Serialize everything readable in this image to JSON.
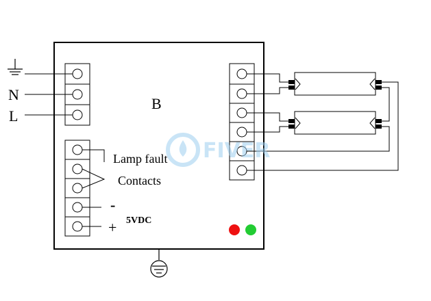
{
  "diagram": {
    "input_labels": {
      "neutral": "N",
      "live": "L"
    },
    "box_label": "B",
    "fault_label": {
      "line1": "Lamp fault",
      "line2": "Contacts"
    },
    "supply_label": {
      "minus": "-",
      "plus": "+",
      "voltage": "5VDC"
    },
    "watermark": "FIVER",
    "led_colors": {
      "fault": "#ee1111",
      "power": "#22cc33"
    },
    "colors": {
      "line": "#000000",
      "background": "#ffffff",
      "watermark": "#9ecff0"
    }
  }
}
